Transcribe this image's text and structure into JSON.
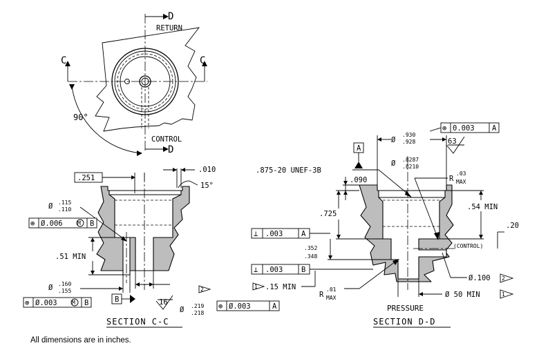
{
  "top_view": {
    "label_d": "D",
    "label_return": "RETURN",
    "label_c": "C",
    "angle": "90°",
    "label_control": "CONTROL"
  },
  "section_cc": {
    "dim_251": ".251",
    "dim_010": ".010",
    "angle_15": "15°",
    "dia_prefix": "Ø",
    "dia115_a": ".115",
    "dia115_b": ".110",
    "fcf1": {
      "symbol": "⊕",
      "tol": "Ø.006",
      "mod": "M",
      "datum": "B"
    },
    "dim_51": ".51 MIN",
    "dia160_a": ".160",
    "dia160_b": ".155",
    "fcf2": {
      "symbol": "⊕",
      "tol": "Ø.003",
      "mod": "M",
      "datum": "B"
    },
    "datum_b": "B",
    "finish": "16",
    "note2": "2",
    "dia219_a": ".219",
    "dia219_b": ".218",
    "fcf3": {
      "symbol": "⊕",
      "tol": "Ø.003",
      "datum": "A"
    },
    "title": "SECTION C-C"
  },
  "section_dd": {
    "fcf_top": {
      "symbol": "⊕",
      "tol": "0.003",
      "datum": "A"
    },
    "dia930_a": ".930",
    "dia930_b": ".928",
    "finish": "63",
    "datum_a": "A",
    "thread": ".875-20 UNEF-3B",
    "dia8287_a": ".8287",
    "dia8287_b": ".8210",
    "r03_val": ".03",
    "r_label": "R",
    "max_label": "MAX",
    "dim_090": ".090",
    "dim_725": ".725",
    "dim_54": ".54 MIN",
    "dim_20": ".20",
    "control": "(CONTROL)",
    "fcf_perp1": {
      "symbol": "⊥",
      "tol": ".003",
      "datum": "A"
    },
    "dim_352": ".352",
    "dim_348": ".348",
    "fcf_perp2": {
      "symbol": "⊥",
      "tol": ".003",
      "datum": "B"
    },
    "note1_a": "1",
    "dim_15": ".15 MIN",
    "r01_val": ".01",
    "dia100": "Ø.100",
    "note2": "2",
    "dia50": "Ø 50 MIN",
    "note1_b": "1",
    "pressure": "PRESSURE",
    "title": "SECTION D-D"
  },
  "footer_note": "All dimensions are in inches."
}
